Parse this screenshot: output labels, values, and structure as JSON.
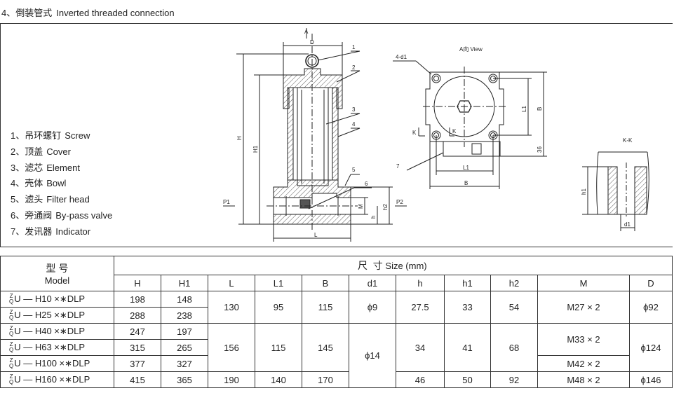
{
  "title": {
    "cn": "4、倒装管式",
    "en": "Inverted threaded connection"
  },
  "legend": [
    {
      "num": "1、",
      "cn": "吊环螺钉",
      "en": "Screw"
    },
    {
      "num": "2、",
      "cn": "顶盖",
      "en": "Cover"
    },
    {
      "num": "3、",
      "cn": "滤芯",
      "en": "Element"
    },
    {
      "num": "4、",
      "cn": "壳体",
      "en": "Bowl"
    },
    {
      "num": "5、",
      "cn": "滤头",
      "en": "Filter head"
    },
    {
      "num": "6、",
      "cn": "旁通阀",
      "en": "By-pass valve"
    },
    {
      "num": "7、",
      "cn": "发讯器",
      "en": "Indicator"
    }
  ],
  "drawing": {
    "labels": {
      "A": "A",
      "D": "D",
      "H": "H",
      "H1": "H1",
      "L": "L",
      "M": "M",
      "h": "h",
      "h2": "h2",
      "P1": "P1",
      "P2": "P2",
      "n1": "1",
      "n2": "2",
      "n3": "3",
      "n4": "4",
      "n5": "5",
      "n6": "6",
      "n7": "7"
    },
    "view": {
      "title": "A向  View",
      "holes": "4-d1",
      "L1": "L1",
      "B": "B",
      "dim36": "36",
      "K": "K"
    },
    "section": {
      "title": "K-K",
      "h1": "h1",
      "d1": "d1"
    }
  },
  "table": {
    "model_cn": "型 号",
    "model_en": "Model",
    "size_cn": "尺  寸",
    "size_en": "Size (mm)",
    "columns": [
      "H",
      "H1",
      "L",
      "L1",
      "B",
      "d1",
      "h",
      "h1",
      "h2",
      "M",
      "D"
    ],
    "prefix_top": "Z",
    "prefix_bottom": "Q",
    "rows": [
      {
        "model": "U — H10 ×∗DLP",
        "H": "198",
        "H1": "148",
        "L": "130",
        "L1": "95",
        "B": "115",
        "d1": "ϕ9",
        "h": "27.5",
        "h1": "33",
        "h2": "54",
        "M": "M27 × 2",
        "D": "ϕ92"
      },
      {
        "model": "U — H25 ×∗DLP",
        "H": "288",
        "H1": "238"
      },
      {
        "model": "U — H40 ×∗DLP",
        "H": "247",
        "H1": "197",
        "L": "156",
        "L1": "115",
        "B": "145",
        "d1": "ϕ14",
        "h": "34",
        "h1": "41",
        "h2": "68",
        "M": "M33 × 2",
        "D": "ϕ124"
      },
      {
        "model": "U — H63 ×∗DLP",
        "H": "315",
        "H1": "265"
      },
      {
        "model": "U — H100 ×∗DLP",
        "H": "377",
        "H1": "327",
        "M": "M42 × 2"
      },
      {
        "model": "U — H160 ×∗DLP",
        "H": "415",
        "H1": "365",
        "L": "190",
        "L1": "140",
        "B": "170",
        "h": "46",
        "h1": "50",
        "h2": "92",
        "M": "M48 × 2",
        "D": "ϕ146"
      }
    ]
  }
}
